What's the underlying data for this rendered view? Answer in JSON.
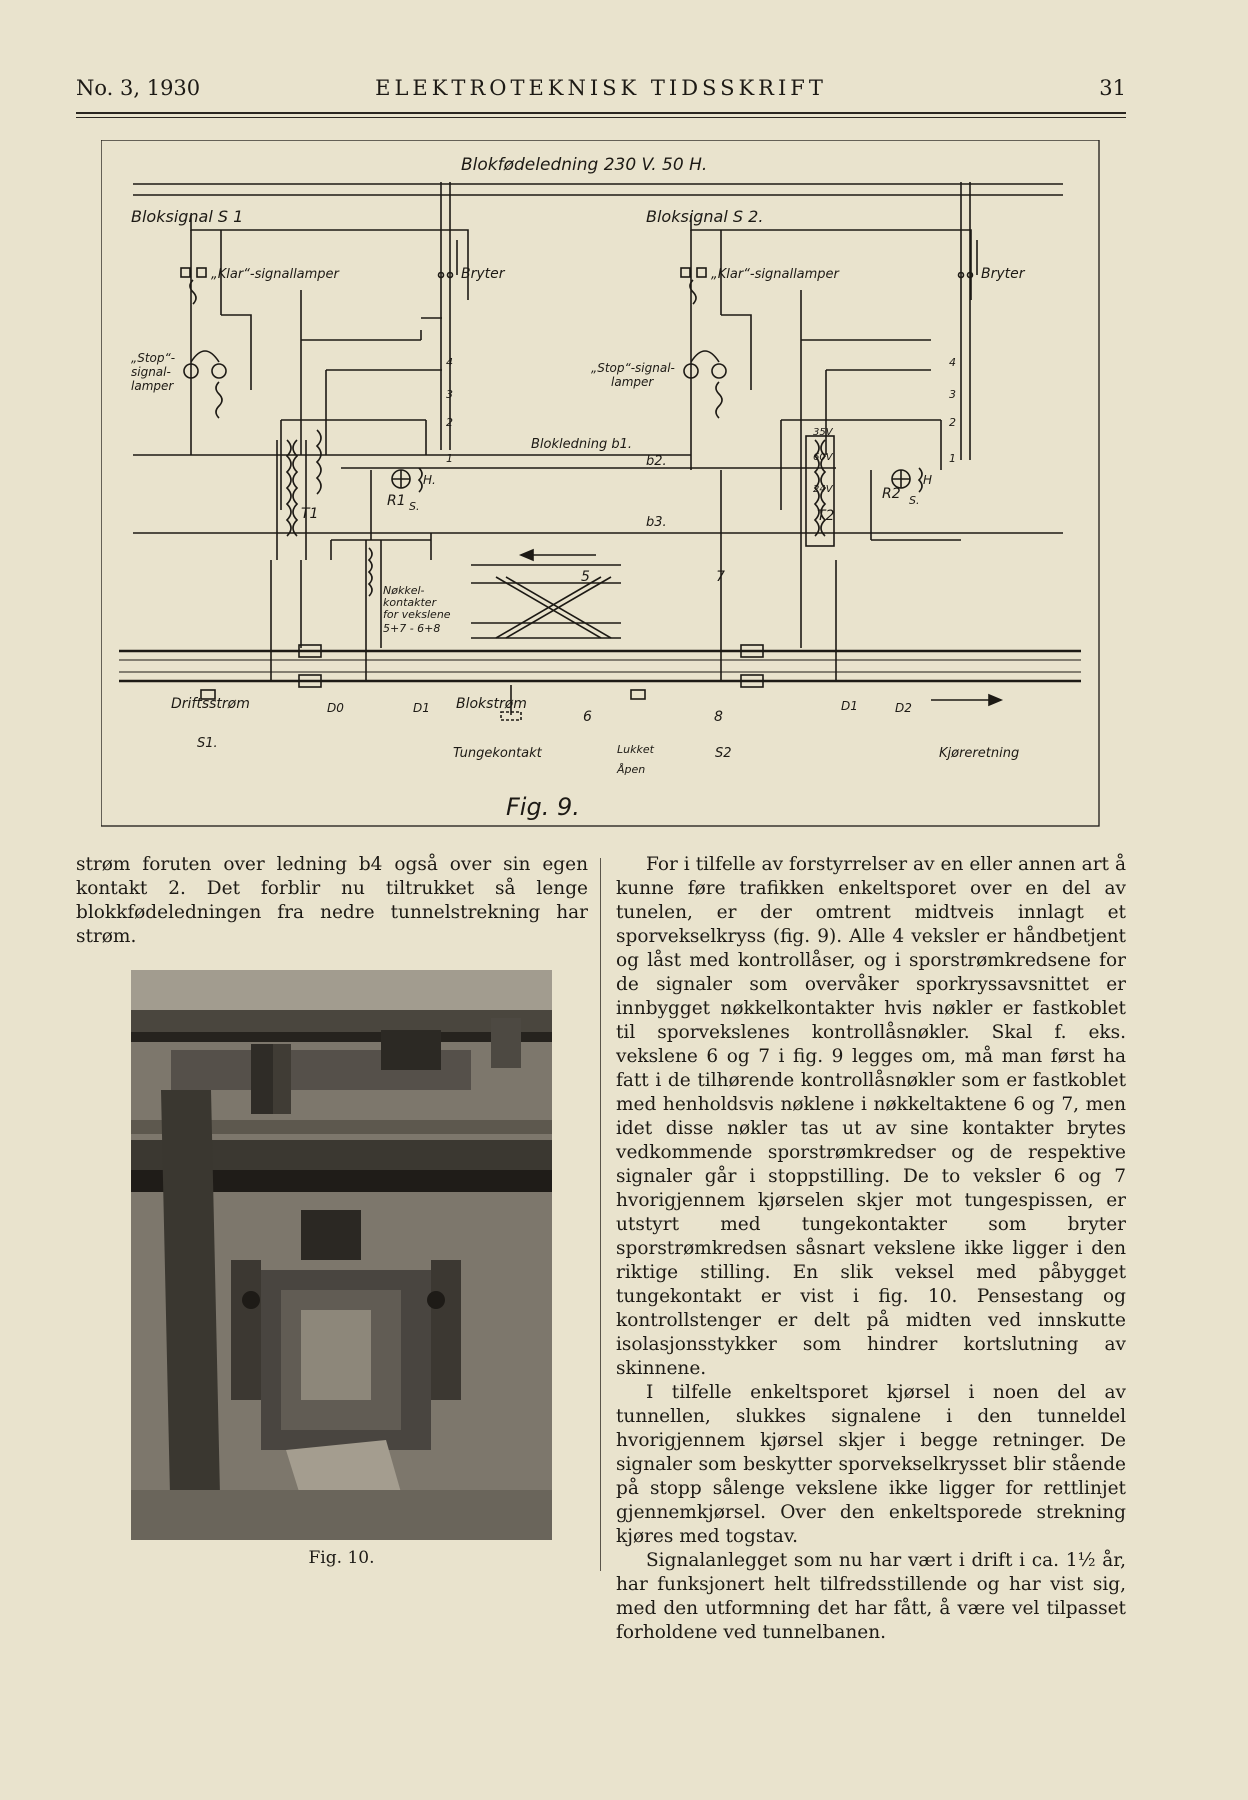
{
  "header": {
    "issue": "No. 3, 1930",
    "journal": "ELEKTROTEKNISK TIDSSKRIFT",
    "page": "31"
  },
  "figure9": {
    "caption": "Fig. 9.",
    "labels": {
      "supply": "Blokfødeledning 230 V. 50 H.",
      "signal1": "Bloksignal S 1",
      "signal2": "Bloksignal S 2.",
      "klar_left": "„Klar“-signallamper",
      "klar_right": "„Klar“-signallamper",
      "bryter_left": "Bryter",
      "bryter_right": "Bryter",
      "stop_left_1": "„Stop“-",
      "stop_left_2": "signal-",
      "stop_left_3": "lamper",
      "stop_mid": "„Stop“-signal-",
      "stop_mid_2": "lamper",
      "blokledning": "Blokledning b1.",
      "b2": "b2.",
      "b3": "b3.",
      "t1": "T1",
      "t2": "T2",
      "r1": "R1",
      "r2": "R2",
      "h_left": "H.",
      "h_right": "H",
      "s_left": "S.",
      "s_right": "S.",
      "v35": "35V",
      "v60": "60V",
      "v24": "24V",
      "n1_l": "1",
      "n2_l": "2",
      "n3_l": "3",
      "n4_l": "4",
      "n1_r": "1",
      "n2_r": "2",
      "n3_r": "3",
      "n4_r": "4",
      "nokkel_1": "Nøkkel-",
      "nokkel_2": "kontakter",
      "nokkel_3": "for vekslene",
      "nokkel_4": "5+7 - 6+8",
      "num5": "5",
      "num7": "7",
      "num6": "6",
      "num8": "8",
      "driftsstrom": "Driftsstrøm",
      "blokstrom": "Blokstrøm",
      "d0": "D0",
      "d1_left": "D1",
      "d1_right": "D1",
      "d2": "D2",
      "s1": "S1.",
      "s2": "S2",
      "tungekontakt": "Tungekontakt",
      "lukket": "Lukket",
      "apen": "Åpen",
      "kjoreretning": "Kjøreretning"
    }
  },
  "left_column": {
    "paragraph": "strøm foruten over ledning b4 også over sin egen kontakt 2. Det forblir nu tiltrukket så lenge blokkfødeledningen fra nedre tunnelstrekning har strøm.",
    "figure10_caption": "Fig. 10."
  },
  "right_column": {
    "paragraphs": [
      "For i tilfelle av forstyrrelser av en eller annen art å kunne føre trafikken enkeltsporet over en del av tunelen, er der omtrent midtveis innlagt et sporvekselkryss (fig. 9). Alle 4 veksler er håndbetjent og låst med kontrollåser, og i sporstrømkredsene for de signaler som overvåker sporkryssavsnittet er innbygget nøkkelkontakter hvis nøkler er fastkoblet til sporvekslenes kontrollåsnøkler. Skal f. eks. vekslene 6 og 7 i fig. 9 legges om, må man først ha fatt i de tilhørende kontrollåsnøkler som er fastkoblet med henholdsvis nøklene i nøkkeltaktene 6 og 7, men idet disse nøkler tas ut av sine kontakter brytes vedkommende sporstrømkredser og de respektive signaler går i stoppstilling. De to veksler 6 og 7 hvorigjennem kjørselen skjer mot tungespissen, er utstyrt med tungekontakter som bryter sporstrømkredsen såsnart vekslene ikke ligger i den riktige stilling. En slik veksel med påbygget tungekontakt er vist i fig. 10. Pensestang og kontrollstenger er delt på midten ved innskutte isolasjonsstykker som hindrer kortslutning av skinnene.",
      "I tilfelle enkeltsporet kjørsel i noen del av tunnellen, slukkes signalene i den tunneldel hvorigjennem kjørsel skjer i begge retninger. De signaler som beskytter sporvekselkrysset blir stående på stopp sålenge vekslene ikke ligger for rettlinjet gjennemkjørsel. Over den enkeltsporede strekning kjøres med togstav.",
      "Signalanlegget som nu har vært i drift i ca. 1½ år, har funksjonert helt tilfredsstillende og har vist sig, med den utformning det har fått, å være vel tilpasset forholdene ved tunnelbanen."
    ]
  }
}
